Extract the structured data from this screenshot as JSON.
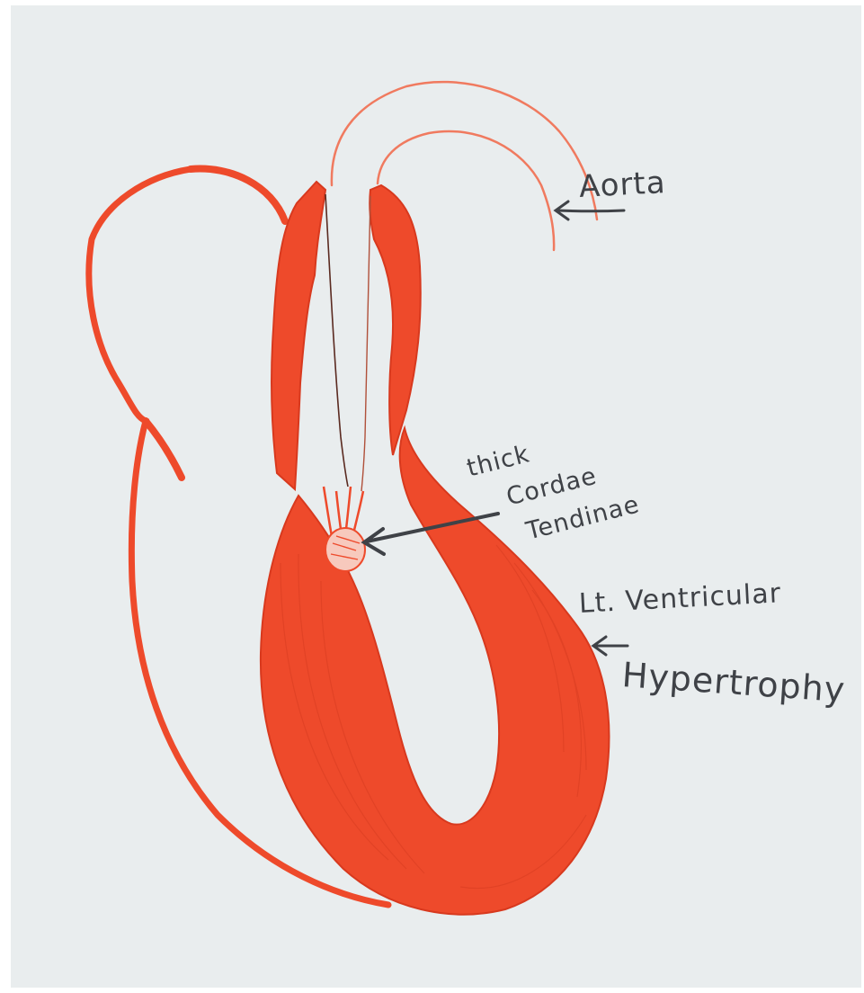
{
  "diagram": {
    "labels": {
      "aorta": "Aorta",
      "chordae_line1": "thick",
      "chordae_line2": "Cordae",
      "chordae_line3": "Tendinae",
      "lvh_line1": "Lt. Ventricular",
      "lvh_line2": "Hypertrophy"
    },
    "colors": {
      "paper": "#e9edee",
      "muscle": "#ee4a2b",
      "muscle_edge": "#d8391e",
      "pencil": "#3f4247"
    }
  }
}
